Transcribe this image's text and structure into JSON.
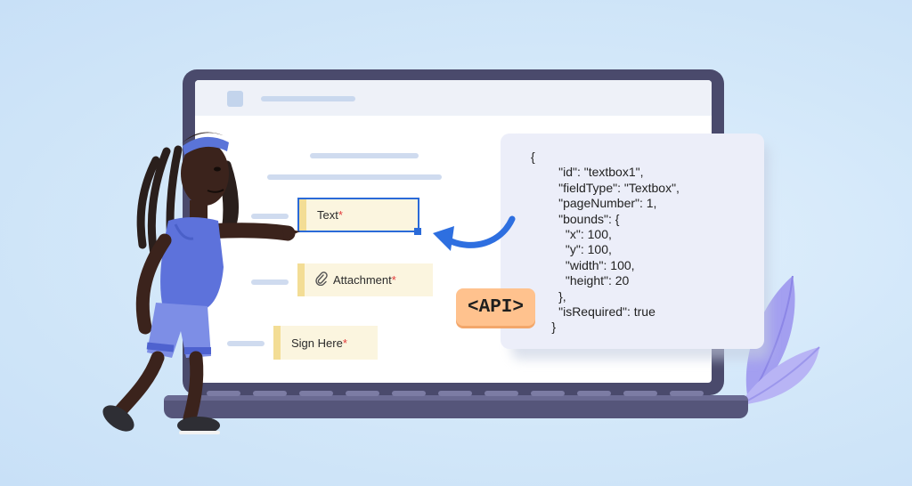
{
  "colors": {
    "background": "#d3e8fa",
    "laptop": "#4a4a6c",
    "field_fill": "#fbf5df",
    "field_stripe": "#f3dd95",
    "selection": "#2a6ad8",
    "required": "#e23b3b",
    "api_badge": "#ffc28e",
    "arrow": "#2e6fe0",
    "leaf": "#a9a5ef"
  },
  "form_fields": {
    "text": {
      "label": "Text",
      "required_mark": "*",
      "icon": "none"
    },
    "attachment": {
      "label": "Attachment",
      "required_mark": "*",
      "icon": "paperclip-icon"
    },
    "signature": {
      "label": "Sign Here",
      "required_mark": "*",
      "icon": "none"
    }
  },
  "code_panel": {
    "lines": [
      "{",
      "        \"id\": \"textbox1\",",
      "        \"fieldType\": \"Textbox\",",
      "        \"pageNumber\": 1,",
      "        \"bounds\": {",
      "          \"x\": 100,",
      "          \"y\": 100,",
      "          \"width\": 100,",
      "          \"height\": 20",
      "        },",
      "        \"isRequired\": true",
      "      }"
    ]
  },
  "api_badge": {
    "label": "<API>"
  }
}
